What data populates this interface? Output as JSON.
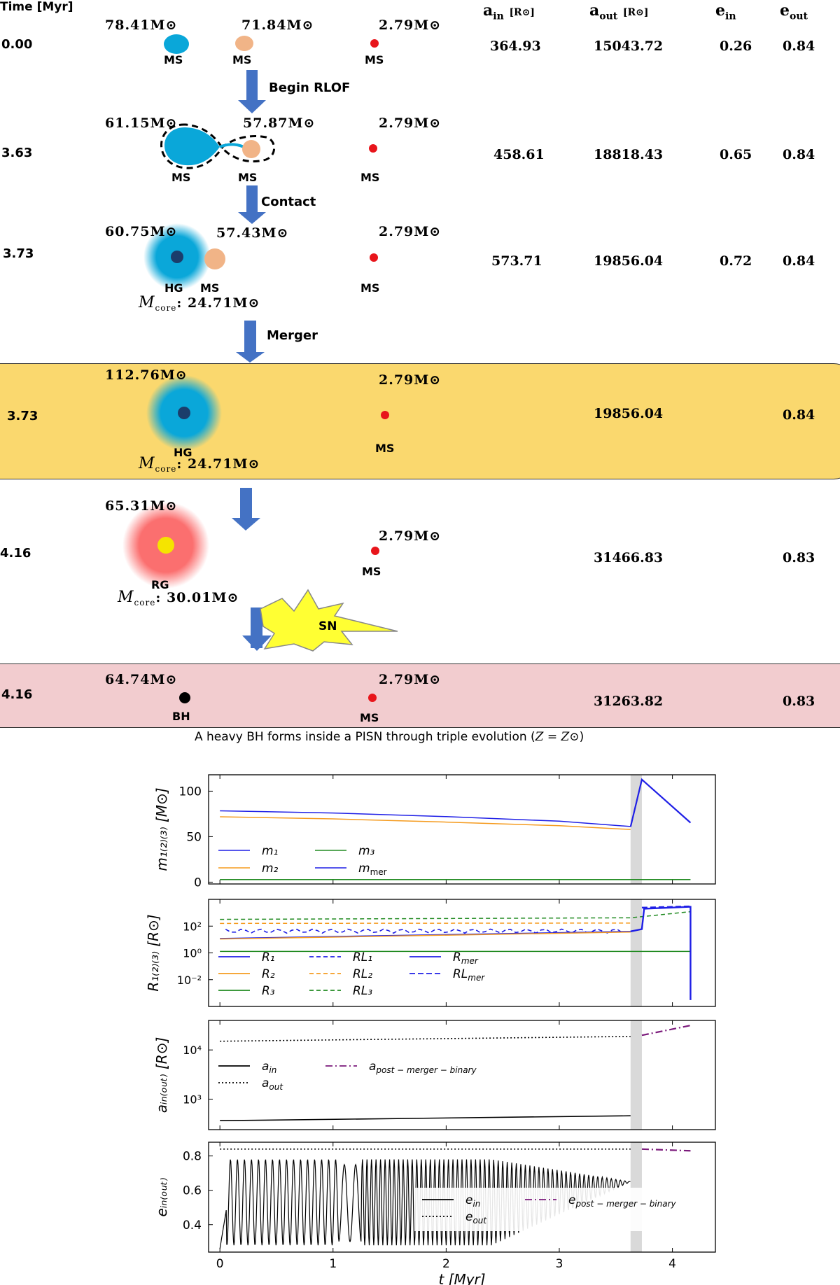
{
  "header": {
    "time_label": "Time [Myr]",
    "a_in": "a",
    "a_in_sub": "in",
    "a_in_unit": "[R⊙]",
    "a_out": "a",
    "a_out_sub": "out",
    "a_out_unit": "[R⊙]",
    "e_in": "e",
    "e_in_sub": "in",
    "e_out": "e",
    "e_out_sub": "out"
  },
  "arrows": {
    "rlof": "Begin RLOF",
    "contact": "Contact",
    "merger": "Merger",
    "sn": "SN"
  },
  "rows": [
    {
      "time": "0.00",
      "m1": "78.41M⊙",
      "m2": "71.84M⊙",
      "m3": "2.79M⊙",
      "s1": "MS",
      "s2": "MS",
      "s3": "MS",
      "a_in": "364.93",
      "a_out": "15043.72",
      "e_in": "0.26",
      "e_out": "0.84"
    },
    {
      "time": "3.63",
      "m1": "61.15M⊙",
      "m2": "57.87M⊙",
      "m3": "2.79M⊙",
      "s1": "MS",
      "s2": "MS",
      "s3": "MS",
      "a_in": "458.61",
      "a_out": "18818.43",
      "e_in": "0.65",
      "e_out": "0.84"
    },
    {
      "time": "3.73",
      "m1": "60.75M⊙",
      "m2": "57.43M⊙",
      "m3": "2.79M⊙",
      "s1": "HG",
      "s2": "MS",
      "s3": "MS",
      "core_label": "M",
      "core_sub": "core",
      "core_val": ": 24.71M⊙",
      "a_in": "573.71",
      "a_out": "19856.04",
      "e_in": "0.72",
      "e_out": "0.84"
    },
    {
      "time": "3.73",
      "m1": "112.76M⊙",
      "m3": "2.79M⊙",
      "s1": "HG",
      "s3": "MS",
      "core_label": "M",
      "core_sub": "core",
      "core_val": ": 24.71M⊙",
      "a_out": "19856.04",
      "e_out": "0.84"
    },
    {
      "time": "4.16",
      "m1": "65.31M⊙",
      "m3": "2.79M⊙",
      "s1": "RG",
      "s3": "MS",
      "core_label": "M",
      "core_sub": "core",
      "core_val": ": 30.01M⊙",
      "a_out": "31466.83",
      "e_out": "0.83"
    },
    {
      "time": "4.16",
      "m1": "64.74M⊙",
      "m3": "2.79M⊙",
      "s1": "BH",
      "s3": "MS",
      "a_out": "31263.82",
      "e_out": "0.83"
    }
  ],
  "caption": {
    "text": "A heavy BH forms inside a PISN through triple evolution (",
    "z": "Z = Z⊙",
    "end": ")"
  },
  "colors": {
    "ms_primary": "#0aa7d9",
    "ms_secondary": "#f1b487",
    "tertiary": "#e8151b",
    "arrow": "#4472c4",
    "band_yellow": "#fad86e",
    "band_pink": "#f2cccf",
    "rg": "#fb6f6f",
    "core_dark": "#1b3d6b",
    "core_yellow": "#f5e400",
    "sn": "#ffff33",
    "m1": "#1f1fe6",
    "m2": "#f59b1f",
    "m3": "#228b22",
    "post": "#7b1a7b",
    "shade": "#d9d9d9"
  },
  "chart_data": [
    {
      "type": "line",
      "ylabel": "m1(2)(3) [M⊙]",
      "xlim": [
        -0.1,
        4.38
      ],
      "ylim": [
        -2,
        118
      ],
      "yticks": [
        "0",
        "50",
        "100"
      ],
      "yticks_values": [
        0,
        50,
        100
      ],
      "shade": [
        3.63,
        3.73
      ],
      "legend": [
        "m1",
        "m2",
        "m3",
        "mmer"
      ],
      "series": [
        {
          "name": "m1",
          "x": [
            0,
            1,
            2,
            3,
            3.63
          ],
          "y": [
            78.41,
            76,
            72,
            67,
            61.15
          ]
        },
        {
          "name": "m2",
          "x": [
            0,
            1,
            2,
            3,
            3.63
          ],
          "y": [
            71.84,
            69.5,
            66,
            62,
            57.87
          ]
        },
        {
          "name": "m3",
          "x": [
            0,
            4.16
          ],
          "y": [
            2.79,
            2.79
          ]
        },
        {
          "name": "mmer",
          "x": [
            3.63,
            3.73,
            4.16
          ],
          "y": [
            60.75,
            112.76,
            65.31
          ]
        }
      ]
    },
    {
      "type": "line",
      "ylabel": "R1(2)(3) [R⊙]",
      "yscale": "log",
      "ylim": [
        0.0001,
        10000
      ],
      "yticks": [
        "10²",
        "10⁰",
        "10⁻²"
      ],
      "legend": [
        "R1",
        "RL1",
        "Rmer",
        "R2",
        "RL2",
        "RLmer",
        "R3",
        "RL3"
      ],
      "series": [
        {
          "name": "R1",
          "x": [
            0,
            3.63
          ],
          "y": [
            12,
            40
          ]
        },
        {
          "name": "R2",
          "x": [
            0,
            3.63
          ],
          "y": [
            11,
            36
          ]
        },
        {
          "name": "R3",
          "x": [
            0,
            4.16
          ],
          "y": [
            1.3,
            1.3
          ]
        },
        {
          "name": "RL1",
          "x": [
            0,
            3.63
          ],
          "y": [
            60,
            35
          ]
        },
        {
          "name": "RL2",
          "x": [
            0,
            3.63
          ],
          "y": [
            160,
            170
          ]
        },
        {
          "name": "RL3",
          "x": [
            0,
            3.63,
            4.16
          ],
          "y": [
            320,
            420,
            1200
          ]
        },
        {
          "name": "Rmer",
          "x": [
            3.63,
            3.73,
            3.75,
            4.16,
            4.16
          ],
          "y": [
            40,
            60,
            2000,
            2800,
            0.0003
          ]
        },
        {
          "name": "RLmer",
          "x": [
            3.73,
            4.16
          ],
          "y": [
            2400,
            3000
          ]
        }
      ]
    },
    {
      "type": "line",
      "ylabel": "ain(out) [R⊙]",
      "yscale": "log",
      "yticks": [
        "10⁴",
        "10³"
      ],
      "legend": [
        "ain",
        "apost-merger-binary",
        "aout"
      ],
      "series": [
        {
          "name": "ain",
          "x": [
            0,
            3.63
          ],
          "y": [
            364.93,
            458.61
          ]
        },
        {
          "name": "aout",
          "x": [
            0,
            3.63
          ],
          "y": [
            15043.72,
            18818.43
          ]
        },
        {
          "name": "apost-merger-binary",
          "x": [
            3.73,
            4.16
          ],
          "y": [
            19856.04,
            31466.83
          ]
        }
      ]
    },
    {
      "type": "line",
      "ylabel": "ein(out)",
      "xlabel": "t [Myr]",
      "xticks": [
        "0",
        "1",
        "2",
        "3",
        "4"
      ],
      "yticks": [
        "0.8",
        "0.6",
        "0.4"
      ],
      "ylim": [
        0.24,
        0.88
      ],
      "legend": [
        "ein",
        "epost-merger-binary",
        "eout"
      ],
      "series": [
        {
          "name": "ein",
          "x": [
            0,
            3.63
          ],
          "y": [
            0.26,
            0.65
          ]
        },
        {
          "name": "eout",
          "x": [
            0,
            3.63
          ],
          "y": [
            0.84,
            0.84
          ]
        },
        {
          "name": "epost-merger-binary",
          "x": [
            3.73,
            4.16
          ],
          "y": [
            0.84,
            0.83
          ]
        }
      ]
    }
  ]
}
